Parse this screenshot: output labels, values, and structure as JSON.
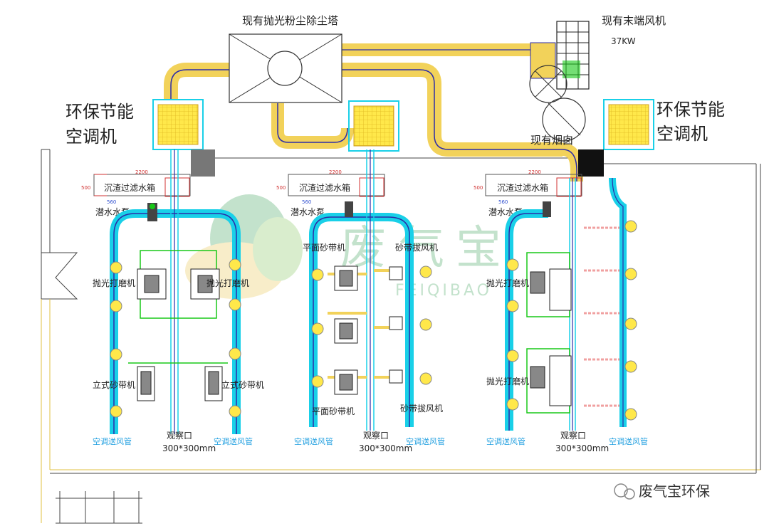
{
  "labels": {
    "tower": "现有抛光粉尘除尘塔",
    "fan": "现有末端风机",
    "fan_power": "37KW",
    "chimney": "现有烟囱",
    "ac_left": [
      "环保节能",
      "空调机"
    ],
    "ac_right": [
      "环保节能",
      "空调机"
    ],
    "filter_box": "沉渣过滤水箱",
    "pump": "潜水水泵",
    "polisher": "抛光打磨机",
    "vertical_sander": "立式砂带机",
    "flat_sander": "平面砂带机",
    "belt_drawer": "砂带拔风机",
    "ac_duct": "空调送风管",
    "window": "观察口",
    "window_size": "300*300mm",
    "dim_2200": "2200",
    "dim_500": "500",
    "dim_560": "560"
  },
  "watermark": {
    "latin": "FEIQIBAO"
  },
  "brand": {
    "name": "废气宝环保"
  },
  "colors": {
    "duct_blue": "#2c2ca8",
    "duct_cyan": "#19d0e8",
    "duct_yellow": "#f2d25a",
    "ac_unit": "#ffe84a",
    "pipe_green": "#18c818",
    "dim_red": "#d03030",
    "watermark_green": "#2c9a4a"
  }
}
